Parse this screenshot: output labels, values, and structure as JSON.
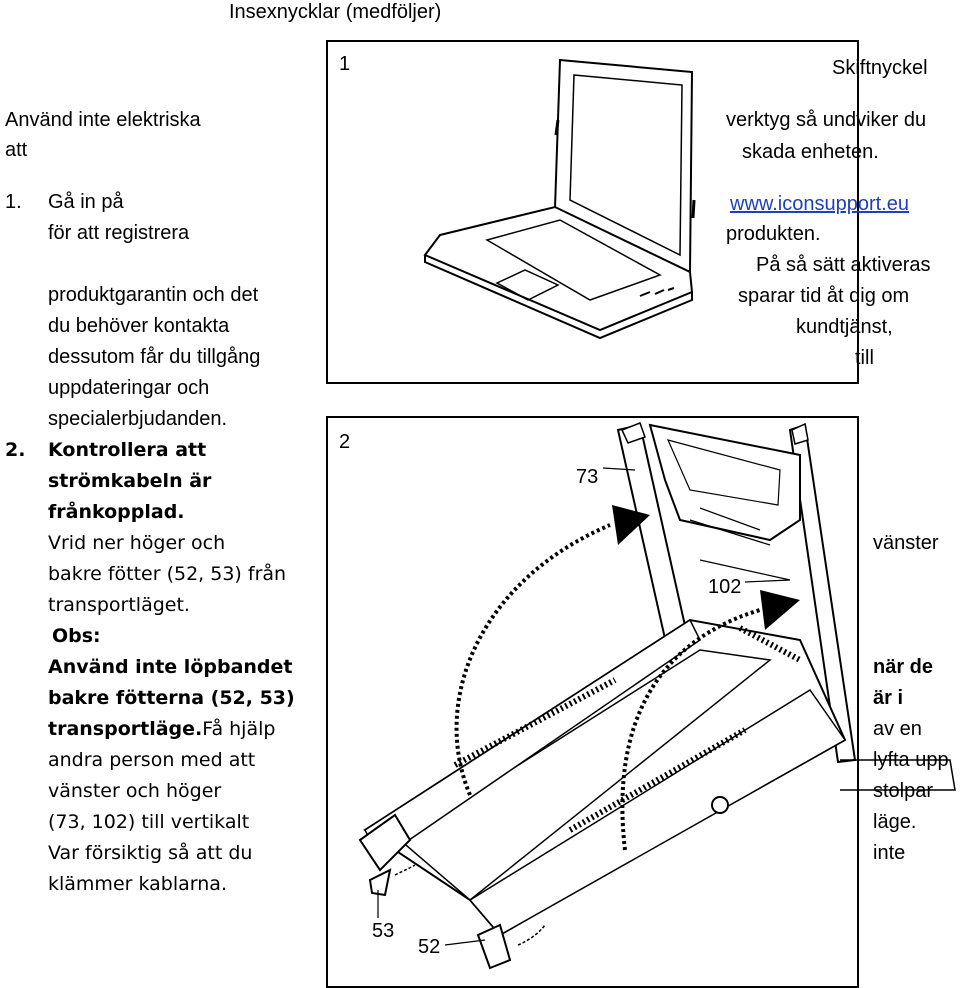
{
  "top": {
    "header_text": "Insexnycklar (medföljer)",
    "wrench_text": "Skiftnyckel"
  },
  "left": {
    "line1": "Använd inte elektriska",
    "line2": "att",
    "step1_num": "1.",
    "step1_a": "Gå in på",
    "step1_b": "för att registrera",
    "para1": [
      "produktgarantin och det",
      "du behöver kontakta",
      "dessutom får du tillgång",
      "uppdateringar och",
      "specialerbjudanden."
    ],
    "step2_num": "2.",
    "step2_bold": [
      "Kontrollera att",
      "strömkabeln är",
      "frånkopplad."
    ],
    "step2_text": [
      "Vrid ner höger och",
      "bakre fötter (52, 53) från",
      "transportläget."
    ],
    "note_label": "Obs:",
    "note_bold": [
      "Använd inte löpbandet",
      "bakre fötterna (52, 53)",
      "transportläge."
    ],
    "note_after": "Få hjälp",
    "note_text": [
      "andra person med att",
      "vänster och höger",
      "(73, 102) till vertikalt",
      "Var försiktig så att du",
      "klämmer kablarna."
    ]
  },
  "right": {
    "line1": "verktyg så undviker du",
    "line2": "skada enheten.",
    "url": "www.iconsupport.eu",
    "line3": "produkten.",
    "line4": "På så sätt aktiveras",
    "line5": "sparar tid åt dig om",
    "line6": "kundtjänst,",
    "line7": "till",
    "col_top": "vänster",
    "col_bold": [
      "när de",
      "är i"
    ],
    "col_text": [
      "av en",
      "lyfta upp",
      "stolpar",
      "läge.",
      "inte"
    ]
  },
  "figure1": {
    "label": "1"
  },
  "figure2": {
    "label": "2",
    "part_73": "73",
    "part_102": "102",
    "part_53": "53",
    "part_52": "52"
  }
}
